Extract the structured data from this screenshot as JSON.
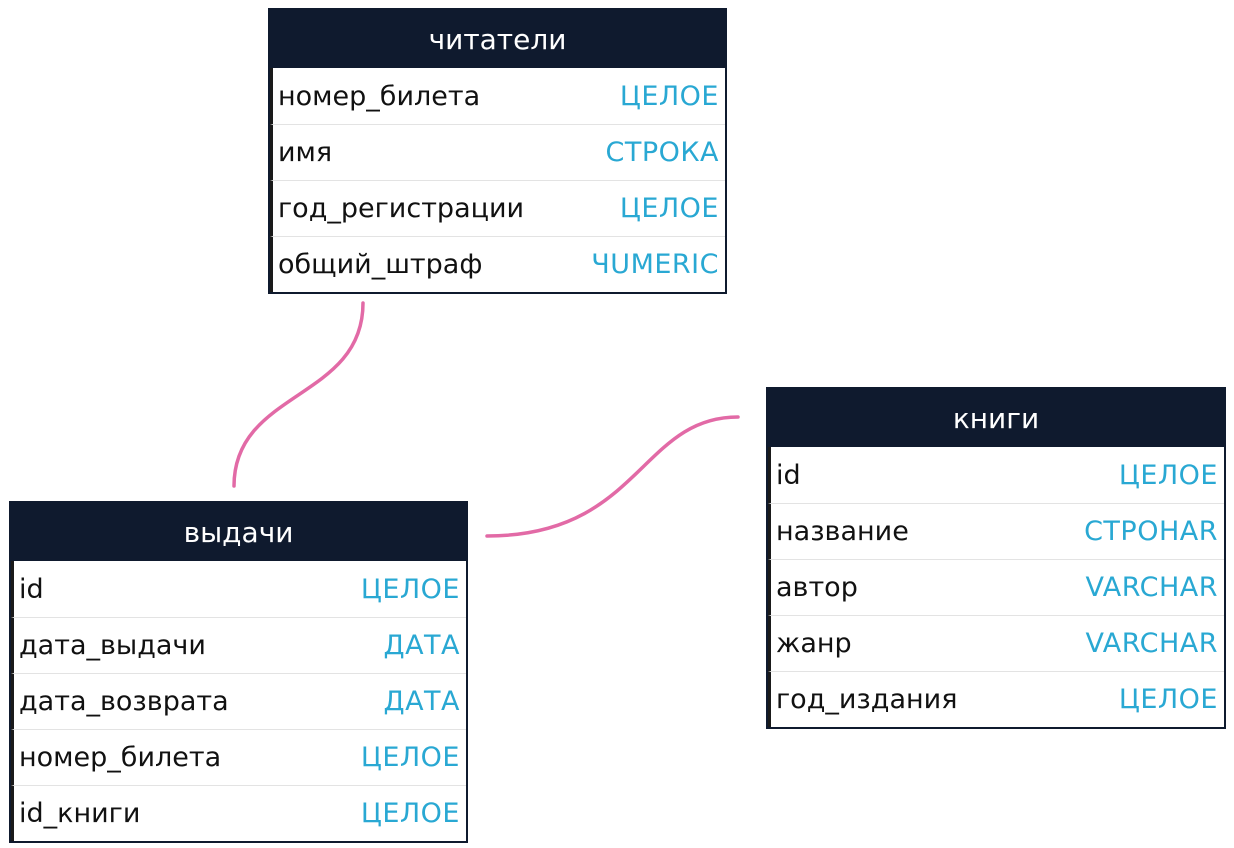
{
  "colors": {
    "header_bg": "#0f1a2e",
    "header_text": "#ffffff",
    "type_text": "#29a8d3",
    "connector": "#e26aa6"
  },
  "tables": {
    "readers": {
      "title": "читатели",
      "fields": [
        {
          "name": "номер_билета",
          "type": "ЦЕЛОЕ"
        },
        {
          "name": "имя",
          "type": "СТРОКА"
        },
        {
          "name": "год_регистрации",
          "type": "ЦЕЛОЕ"
        },
        {
          "name": "общий_штраф",
          "type": "ЧUMERIC"
        }
      ]
    },
    "loans": {
      "title": "выдачи",
      "fields": [
        {
          "name": "id",
          "type": "ЦЕЛОЕ"
        },
        {
          "name": "дата_выдачи",
          "type": "ДАТА"
        },
        {
          "name": "дата_возврата",
          "type": "ДАТА"
        },
        {
          "name": "номер_билета",
          "type": "ЦЕЛОЕ"
        },
        {
          "name": "id_книги",
          "type": "ЦЕЛОЕ"
        }
      ]
    },
    "books": {
      "title": "книги",
      "fields": [
        {
          "name": "id",
          "type": "ЦЕЛОЕ"
        },
        {
          "name": "название",
          "type": "СТРОНAR"
        },
        {
          "name": "автор",
          "type": "VARCHAR"
        },
        {
          "name": "жанр",
          "type": "VARCHAR"
        },
        {
          "name": "год_издания",
          "type": "ЦЕЛОЕ"
        }
      ]
    }
  }
}
